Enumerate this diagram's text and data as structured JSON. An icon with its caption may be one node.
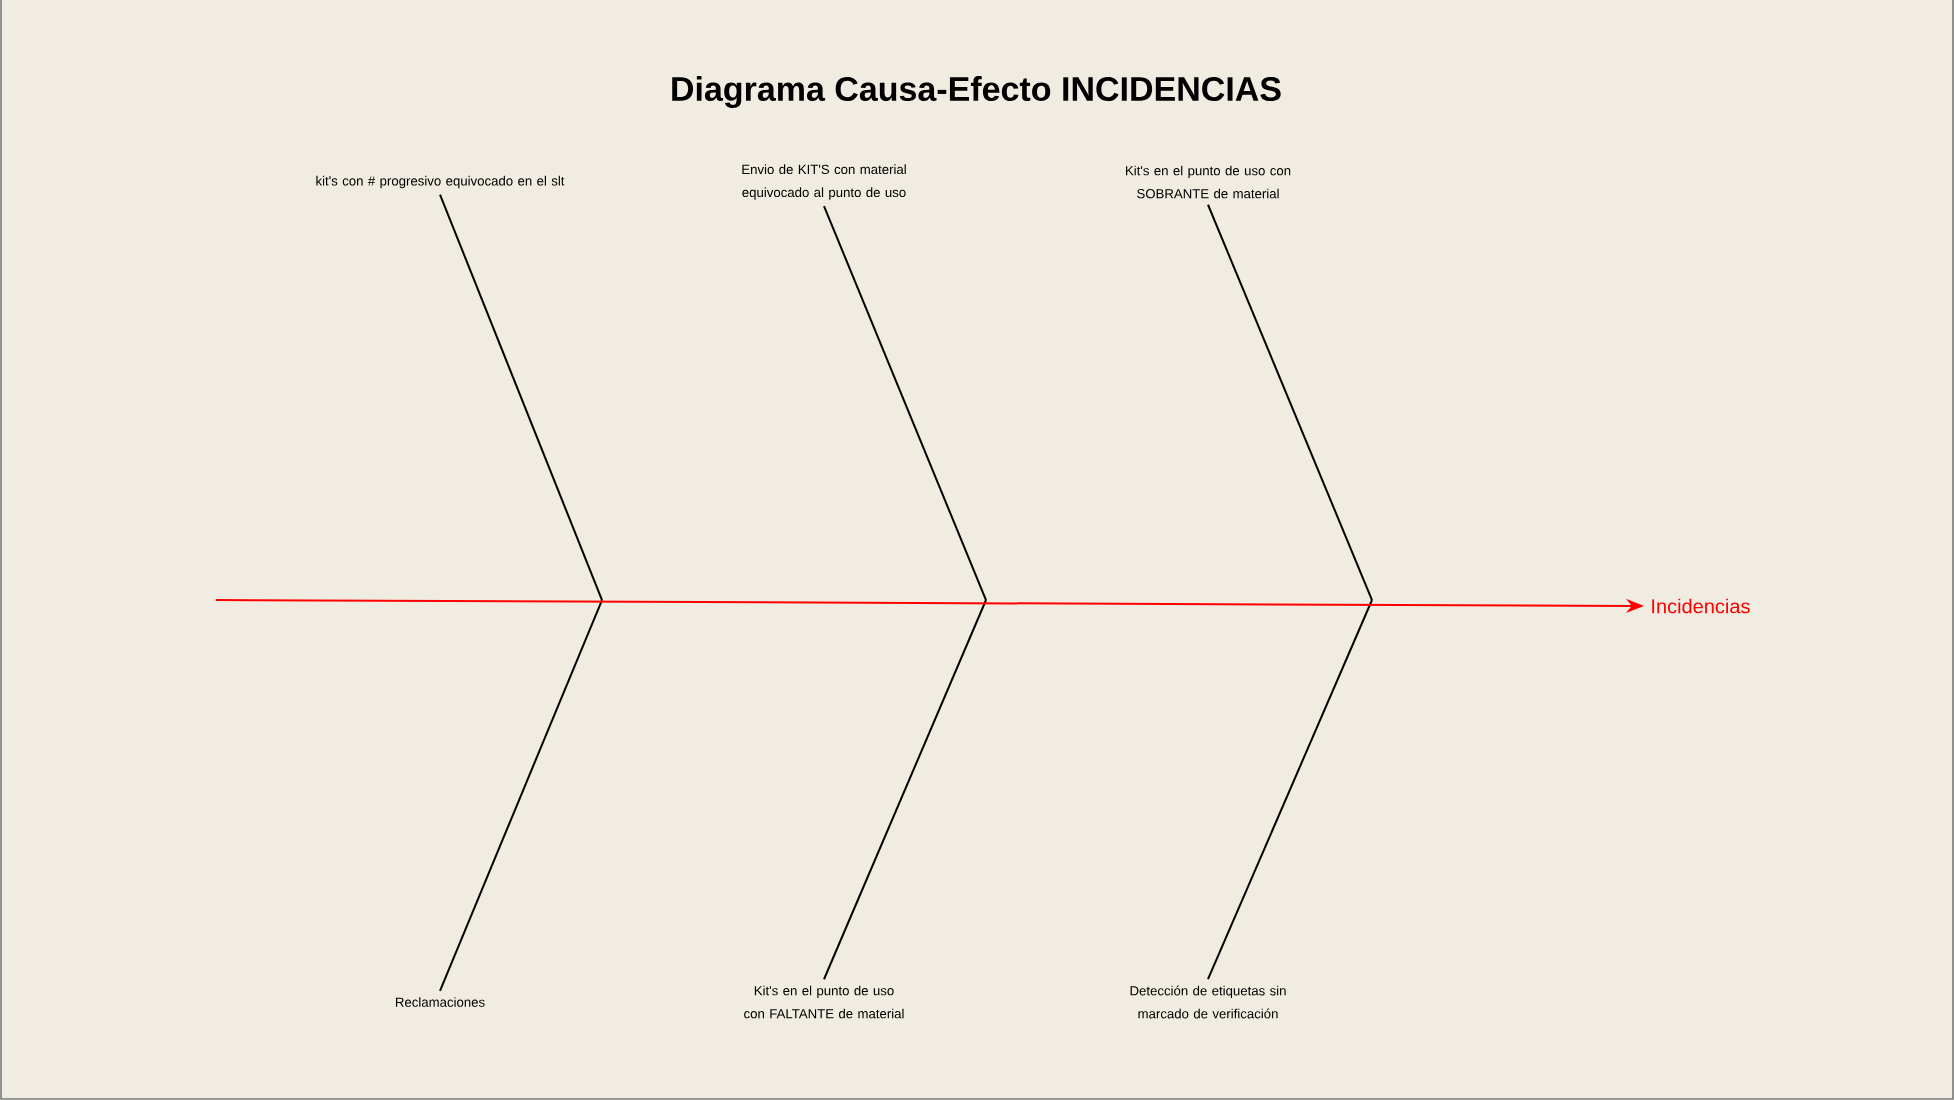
{
  "diagram": {
    "title": "Diagrama Causa-Efecto INCIDENCIAS",
    "nodes": [
      {
        "text": [
          "kit's con # progresivo equivocado en el slt"
        ]
      },
      {
        "text": [
          "Envio de KIT'S con material equivocado al punto de uso"
        ]
      },
      {
        "text": [
          "Kit's en el punto de uso con SOBRANTE de material"
        ]
      },
      {
        "text": [
          "Reclamaciones"
        ]
      },
      {
        "text": [
          "Kit's en el punto de uso con FALTANTE de material"
        ]
      },
      {
        "text": [
          "Detección de etiquetas sin marcado de verificación"
        ]
      },
      {
        "text": [
          "Incidencias"
        ]
      }
    ],
    "edges": [
      {
        "from": 0,
        "to": null,
        "arrow": "none"
      },
      {
        "from": 1,
        "to": null,
        "arrow": "none"
      },
      {
        "from": 2,
        "to": null,
        "arrow": "none"
      },
      {
        "from": 3,
        "to": null,
        "arrow": "none"
      },
      {
        "from": 4,
        "to": null,
        "arrow": "none"
      },
      {
        "from": 5,
        "to": null,
        "arrow": "none"
      },
      {
        "from": null,
        "to": 6,
        "arrow": "to",
        "color": "#ff0000"
      }
    ]
  }
}
